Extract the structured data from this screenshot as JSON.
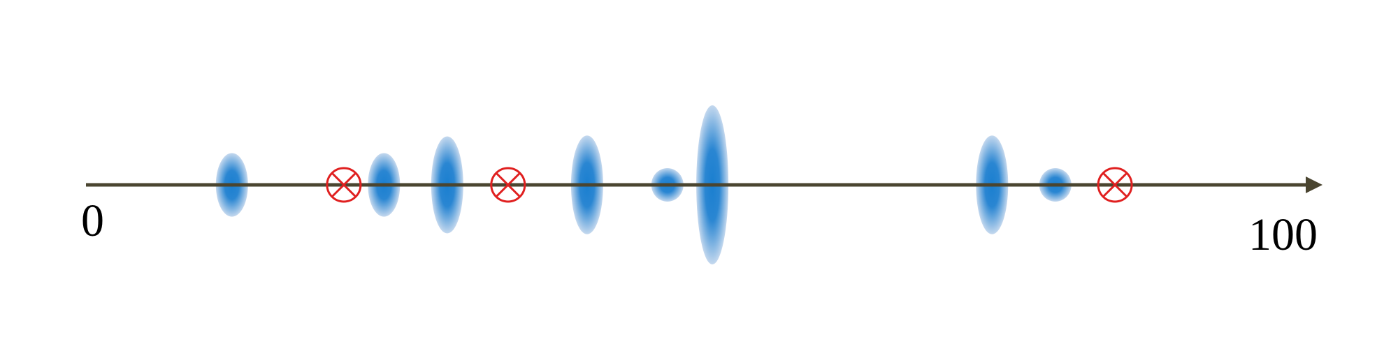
{
  "axis": {
    "min": 0,
    "max": 100,
    "start_label": "0",
    "end_label": "100",
    "line_color": "#4a4530"
  },
  "colors": {
    "blob_core": "#1a7fd0",
    "blob_edge": "#c4d8ee",
    "marker": "#e02020"
  },
  "blobs": [
    {
      "position": 11.6,
      "relative_size": 0.4
    },
    {
      "position": 24.1,
      "relative_size": 0.4
    },
    {
      "position": 29.3,
      "relative_size": 0.61
    },
    {
      "position": 40.8,
      "relative_size": 0.62
    },
    {
      "position": 47.4,
      "relative_size": 0.2
    },
    {
      "position": 51.1,
      "relative_size": 1.0
    },
    {
      "position": 74.1,
      "relative_size": 0.62
    },
    {
      "position": 79.3,
      "relative_size": 0.21
    }
  ],
  "markers": [
    {
      "position": 20.8,
      "icon": "circled-x-icon"
    },
    {
      "position": 34.3,
      "icon": "circled-x-icon"
    },
    {
      "position": 84.2,
      "icon": "circled-x-icon"
    }
  ]
}
